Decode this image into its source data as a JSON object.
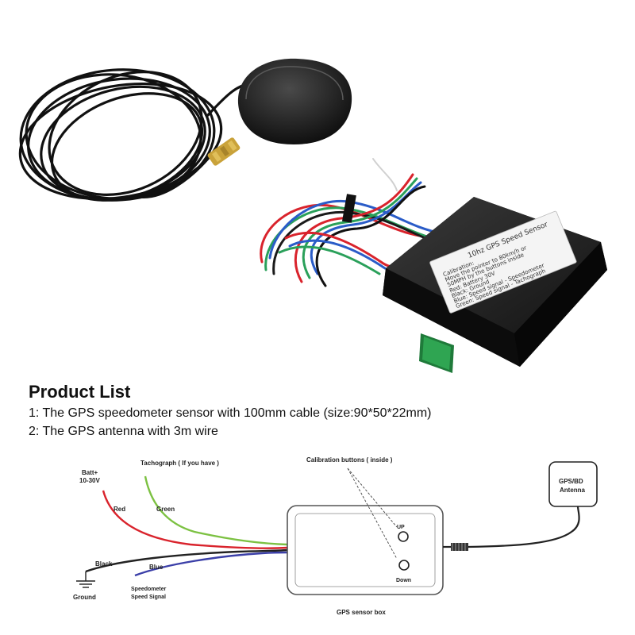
{
  "photo": {
    "label_title": "10hz GPS Speed Sensor",
    "label_lines": [
      "Calibration:",
      "Move the pointer to 80km/h or",
      "50MPH by the buttons inside",
      "Red:   Battery 30V",
      "Black: Ground",
      "Blue:  Speed signal - Speedometer",
      "Green: Speed signal - Tachograph"
    ]
  },
  "product_list": {
    "title": "Product List",
    "items": [
      "1: The GPS speedometer sensor with 100mm cable (size:90*50*22mm)",
      "2: The GPS antenna with 3m wire"
    ]
  },
  "diagram": {
    "batt_label_1": "Batt+",
    "batt_label_2": "10-30V",
    "tachograph_label": "Tachograph ( If you have )",
    "calibration_label": "Calibration buttons ( inside )",
    "antenna_label_1": "GPS/BD",
    "antenna_label_2": "Antenna",
    "red_label": "Red",
    "green_label": "Green",
    "black_label": "Black",
    "blue_label": "Blue",
    "ground_label": "Ground",
    "speedometer_label_1": "Speedometer",
    "speedometer_label_2": "Speed Signal",
    "up_label": "UP",
    "down_label": "Down",
    "box_label": "GPS sensor box",
    "colors": {
      "red": "#d9232c",
      "green": "#7cc142",
      "black": "#222222",
      "blue": "#3b3fa8"
    }
  }
}
